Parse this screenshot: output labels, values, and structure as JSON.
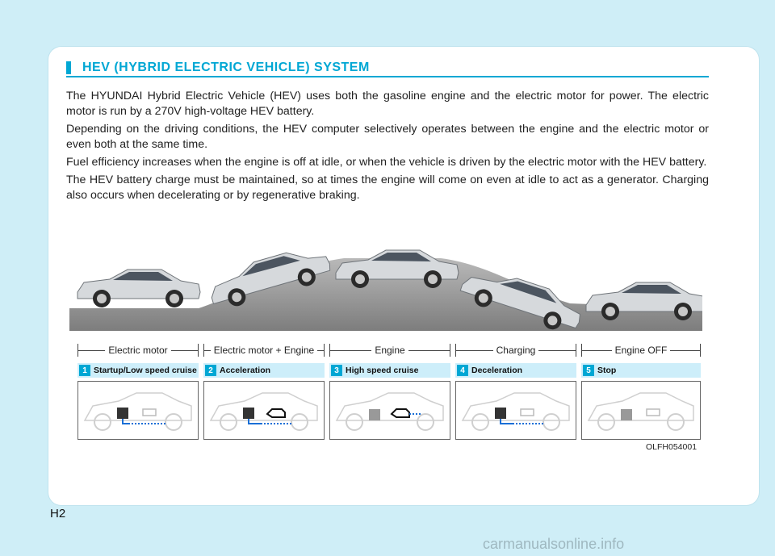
{
  "header": {
    "title": "HEV (HYBRID ELECTRIC VEHICLE) SYSTEM"
  },
  "body": {
    "paragraphs": [
      "The HYUNDAI Hybrid Electric Vehicle (HEV) uses both the gasoline engine and the electric motor for power. The electric motor is run by a 270V high-voltage HEV battery.",
      "Depending on the driving conditions, the HEV computer selectively operates between the engine and the electric motor or even both at the same time.",
      "Fuel efficiency increases when the engine is off at idle, or when the vehicle is driven by the electric motor with the HEV battery.",
      "The HEV battery charge must be maintained, so at times the engine will come on even at idle to act as a generator. Charging also occurs when decelerating or by regenerative braking."
    ]
  },
  "diagram": {
    "modes": [
      "Electric motor",
      "Electric motor + Engine",
      "Engine",
      "Charging",
      "Engine OFF"
    ],
    "stages": [
      {
        "num": "1",
        "label": "Startup/Low speed cruise"
      },
      {
        "num": "2",
        "label": "Acceleration"
      },
      {
        "num": "3",
        "label": "High speed cruise"
      },
      {
        "num": "4",
        "label": "Deceleration"
      },
      {
        "num": "5",
        "label": "Stop"
      }
    ],
    "figure_code": "OLFH054001"
  },
  "footer": {
    "page_number": "H2",
    "watermark": "carmanualsonline.info"
  },
  "colors": {
    "accent": "#00a7d4",
    "stage_bg": "#cdeefa",
    "flow": "#1a6fd6"
  }
}
